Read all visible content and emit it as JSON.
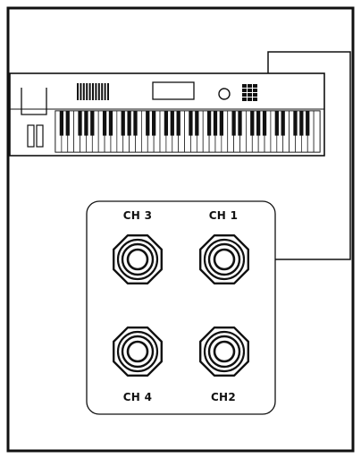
{
  "diagram": {
    "device": "keyboard-synthesizer",
    "connection": "cable from keyboard output to CH 1 input",
    "jack_panel": {
      "jacks": [
        {
          "id": "ch3",
          "label": "CH 3",
          "connected": false
        },
        {
          "id": "ch1",
          "label": "CH 1",
          "connected": true
        },
        {
          "id": "ch4",
          "label": "CH 4",
          "connected": false
        },
        {
          "id": "ch2",
          "label": "CH2",
          "connected": false
        }
      ]
    },
    "colors": {
      "stroke": "#111111",
      "background": "#ffffff"
    }
  }
}
